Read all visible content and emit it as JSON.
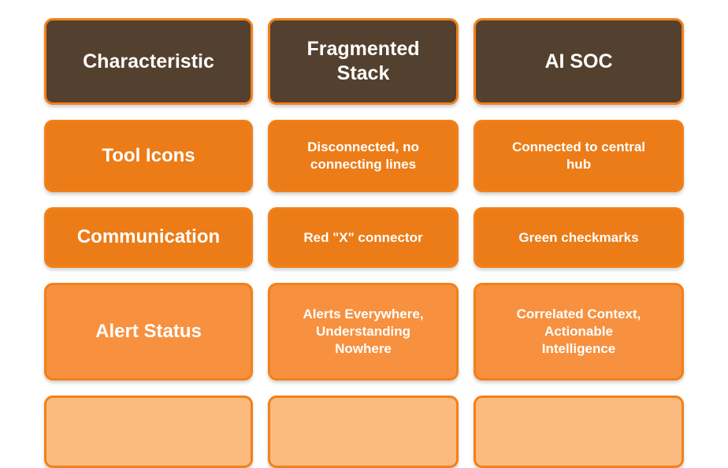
{
  "colors": {
    "header_bg": "#54402E",
    "border": "#F28019",
    "row_bg": "#EC7C18",
    "row_bg_faded": "#F7913F",
    "row_bg_faded_more": "#FBBA80",
    "text": "#FFFFFF",
    "page_bg": "#FFFFFF"
  },
  "table": {
    "header": [
      "Characteristic",
      "Fragmented\nStack",
      "AI SOC"
    ],
    "rows": [
      [
        "Tool Icons",
        "Disconnected, no\nconnecting lines",
        "Connected to central\nhub"
      ],
      [
        "Communication",
        "Red \"X\" connector",
        "Green checkmarks"
      ],
      [
        "Alert Status",
        "Alerts Everywhere,\nUnderstanding\nNowhere",
        "Correlated Context,\nActionable\nIntelligence"
      ],
      [
        "",
        "",
        ""
      ]
    ]
  },
  "chart_data": {
    "type": "table",
    "title": "",
    "columns": [
      "Characteristic",
      "Fragmented Stack",
      "AI SOC"
    ],
    "rows": [
      [
        "Tool Icons",
        "Disconnected, no connecting lines",
        "Connected to central hub"
      ],
      [
        "Communication",
        "Red \"X\" connector",
        "Green checkmarks"
      ],
      [
        "Alert Status",
        "Alerts Everywhere, Understanding Nowhere",
        "Correlated Context, Actionable Intelligence"
      ],
      [
        "",
        "",
        ""
      ]
    ]
  }
}
